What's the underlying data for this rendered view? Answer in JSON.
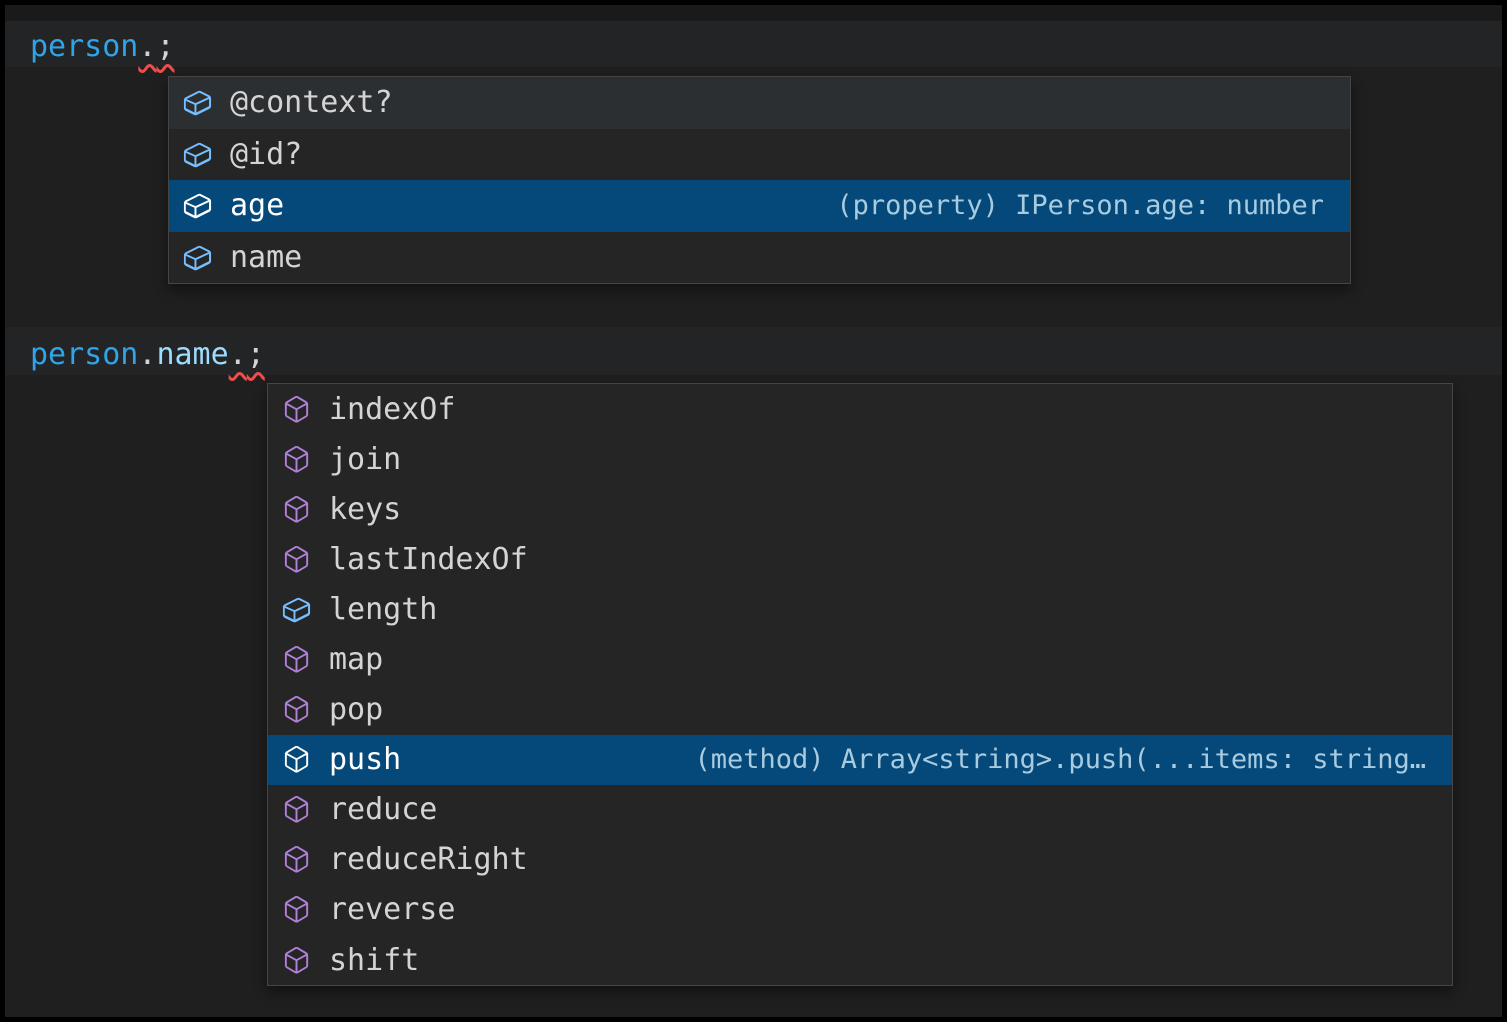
{
  "app": "code-editor-intellisense",
  "colors": {
    "editor_bg": "#1F1F1F",
    "widget_bg": "#252526",
    "widget_border": "#454545",
    "selection_bg": "#04497A",
    "hover_bg": "#2B2F32",
    "field_icon_color": "#75BEFF",
    "method_icon_color": "#B180D7",
    "label_color": "#D4D4D4",
    "selected_label_color": "#FFFFFF",
    "detail_color": "#A8CBE0",
    "error_squiggle_color": "#F14C4C",
    "token_object_color": "#31A3E8",
    "token_property_color": "#9CDCFE",
    "token_punct_color": "#D4D4D4"
  },
  "snippet1": {
    "tokens": {
      "object": "person",
      "dot": ".",
      "semicolon": ";"
    },
    "suggest": {
      "items": [
        {
          "label": "@context?",
          "icon": "symbol-field-icon",
          "state": "hovered",
          "detail": ""
        },
        {
          "label": "@id?",
          "icon": "symbol-field-icon",
          "state": "",
          "detail": ""
        },
        {
          "label": "age",
          "icon": "symbol-field-icon",
          "state": "selected",
          "detail": "(property) IPerson.age: number"
        },
        {
          "label": "name",
          "icon": "symbol-field-icon",
          "state": "",
          "detail": ""
        }
      ]
    }
  },
  "snippet2": {
    "tokens": {
      "object": "person",
      "dot1": ".",
      "property": "name",
      "dot2": ".",
      "semicolon": ";"
    },
    "suggest": {
      "items": [
        {
          "label": "indexOf",
          "icon": "symbol-method-icon",
          "state": "",
          "detail": ""
        },
        {
          "label": "join",
          "icon": "symbol-method-icon",
          "state": "",
          "detail": ""
        },
        {
          "label": "keys",
          "icon": "symbol-method-icon",
          "state": "",
          "detail": ""
        },
        {
          "label": "lastIndexOf",
          "icon": "symbol-method-icon",
          "state": "",
          "detail": ""
        },
        {
          "label": "length",
          "icon": "symbol-field-icon",
          "state": "",
          "detail": ""
        },
        {
          "label": "map",
          "icon": "symbol-method-icon",
          "state": "",
          "detail": ""
        },
        {
          "label": "pop",
          "icon": "symbol-method-icon",
          "state": "",
          "detail": ""
        },
        {
          "label": "push",
          "icon": "symbol-method-icon",
          "state": "selected",
          "detail": "(method) Array<string>.push(...items: string…"
        },
        {
          "label": "reduce",
          "icon": "symbol-method-icon",
          "state": "",
          "detail": ""
        },
        {
          "label": "reduceRight",
          "icon": "symbol-method-icon",
          "state": "",
          "detail": ""
        },
        {
          "label": "reverse",
          "icon": "symbol-method-icon",
          "state": "",
          "detail": ""
        },
        {
          "label": "shift",
          "icon": "symbol-method-icon",
          "state": "",
          "detail": ""
        }
      ]
    }
  }
}
